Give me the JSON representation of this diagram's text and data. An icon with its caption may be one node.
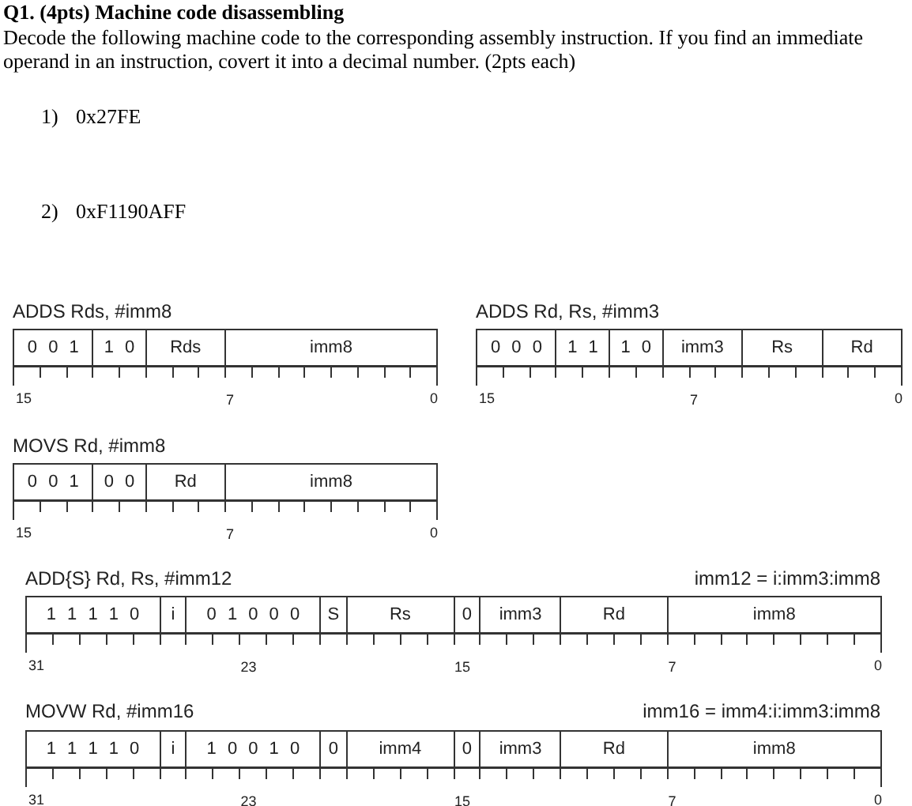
{
  "diagram": {
    "title": "Q1. (4pts) Machine code disassembling",
    "nodes": [
      {
        "text": [
          "0 0 1"
        ]
      },
      {
        "text": [
          "1 0"
        ]
      },
      {
        "text": [
          "Rds"
        ]
      },
      {
        "text": [
          "imm8"
        ]
      },
      {
        "text": [
          "0 0 0"
        ]
      },
      {
        "text": [
          "1 1"
        ]
      },
      {
        "text": [
          "1 0"
        ]
      },
      {
        "text": [
          "imm3"
        ]
      },
      {
        "text": [
          "Rs"
        ]
      },
      {
        "text": [
          "Rd"
        ]
      },
      {
        "text": [
          "0 0 1"
        ]
      },
      {
        "text": [
          "0 0"
        ]
      },
      {
        "text": [
          "Rd"
        ]
      },
      {
        "text": [
          "imm8"
        ]
      },
      {
        "text": [
          "1 1 1 1 0"
        ]
      },
      {
        "text": [
          "i"
        ]
      },
      {
        "text": [
          "0 1 0 0 0"
        ]
      },
      {
        "text": [
          "S"
        ]
      },
      {
        "text": [
          "Rs"
        ]
      },
      {
        "text": [
          "0"
        ]
      },
      {
        "text": [
          "imm3"
        ]
      },
      {
        "text": [
          "Rd"
        ]
      },
      {
        "text": [
          "imm8"
        ]
      },
      {
        "text": [
          "1 1 1 1 0"
        ]
      },
      {
        "text": [
          "i"
        ]
      },
      {
        "text": [
          "1 0 0 1 0"
        ]
      },
      {
        "text": [
          "0"
        ]
      },
      {
        "text": [
          "imm4"
        ]
      },
      {
        "text": [
          "0"
        ]
      },
      {
        "text": [
          "imm3"
        ]
      },
      {
        "text": [
          "Rd"
        ]
      },
      {
        "text": [
          "imm8"
        ]
      }
    ],
    "labels": [
      "Decode the following machine code to the corresponding assembly instruction. If you find an immediate operand in an instruction, covert it into a decimal number. (2pts each)",
      "1)",
      "0x27FE",
      "2)",
      "0xF1190AFF",
      "ADDS Rds, #imm8",
      "ADDS Rd, Rs, #imm3",
      "15",
      "7",
      "0",
      "15",
      "7",
      "0",
      "MOVS Rd, #imm8",
      "15",
      "7",
      "0",
      "ADD{S} Rd, Rs, #imm12",
      "imm12 = i:imm3:imm8",
      "31",
      "23",
      "15",
      "7",
      "0",
      "MOVW Rd, #imm16",
      "imm16 = imm4:i:imm3:imm8",
      "31",
      "23",
      "15",
      "7",
      "0"
    ]
  }
}
